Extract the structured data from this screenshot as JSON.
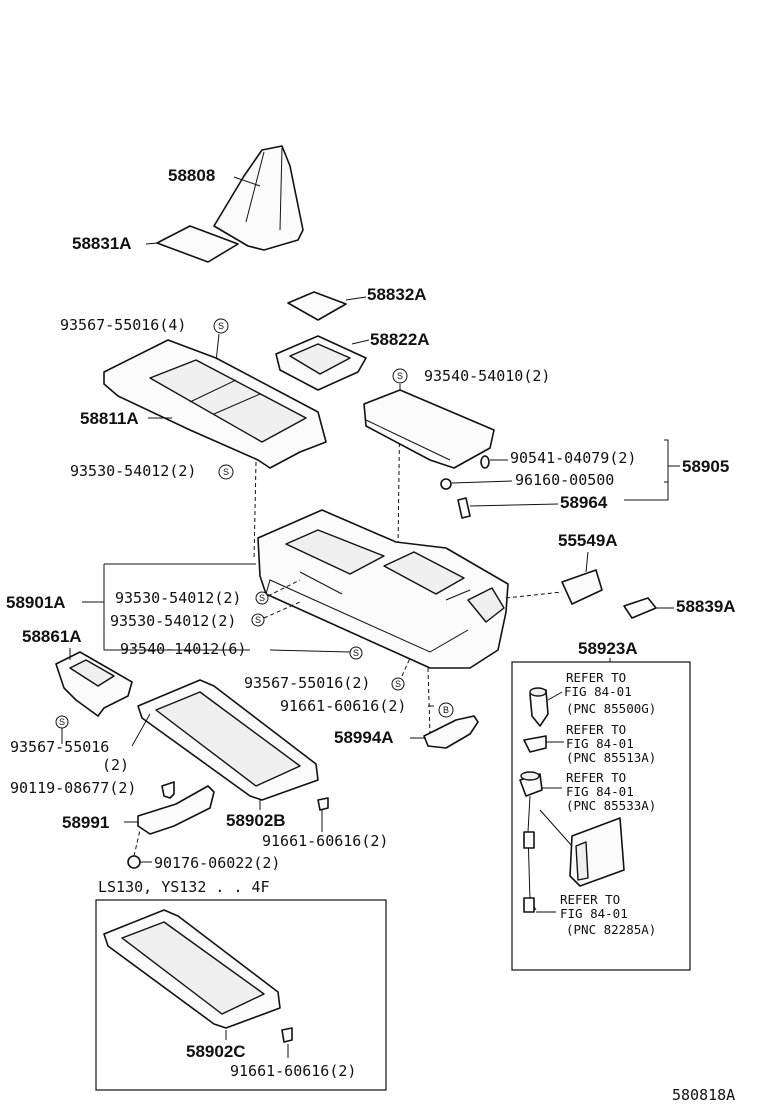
{
  "parts": {
    "p58808": "58808",
    "p58831A": "58831A",
    "p58832A": "58832A",
    "p93567_55016_4": "93567-55016(4)",
    "p58822A": "58822A",
    "p93540_54010_2": "93540-54010(2)",
    "p58811A": "58811A",
    "p90541_04079_2": "90541-04079(2)",
    "p58905": "58905",
    "p93530_54012_2_top": "93530-54012(2)",
    "p96160_00500": "96160-00500",
    "p58964": "58964",
    "p55549A": "55549A",
    "p58901A": "58901A",
    "p93530_54012_2_a": "93530-54012(2)",
    "p93530_54012_2_b": "93530-54012(2)",
    "p58839A": "58839A",
    "p58861A": "58861A",
    "p93540_14012_6": "93540-14012(6)",
    "p58923A": "58923A",
    "p93567_55016_2": "93567-55016(2)",
    "p91661_60616_2_a": "91661-60616(2)",
    "p58994A": "58994A",
    "p93567_55016": "93567-55016",
    "p93567_55016_qty": "(2)",
    "p90119_08677_2": "90119-08677(2)",
    "p58991": "58991",
    "p58902B": "58902B",
    "p91661_60616_2_b": "91661-60616(2)",
    "p90176_06022_2": "90176-06022(2)",
    "p58902C": "58902C",
    "p91661_60616_2_c": "91661-60616(2)"
  },
  "refs": [
    {
      "line1": "REFER TO",
      "line2": "FIG 84-01",
      "line3": "(PNC 85500G)"
    },
    {
      "line1": "REFER TO",
      "line2": "FIG 84-01",
      "line3": "(PNC 85513A)"
    },
    {
      "line1": "REFER TO",
      "line2": "FIG 84-01",
      "line3": "(PNC 85533A)"
    },
    {
      "line1": "REFER TO",
      "line2": "FIG 84-01",
      "line3": "(PNC 82285A)"
    }
  ],
  "variant_caption": "LS130, YS132 . . 4F",
  "figure_id": "580818A",
  "callouts": {
    "s": "S",
    "b": "B"
  }
}
